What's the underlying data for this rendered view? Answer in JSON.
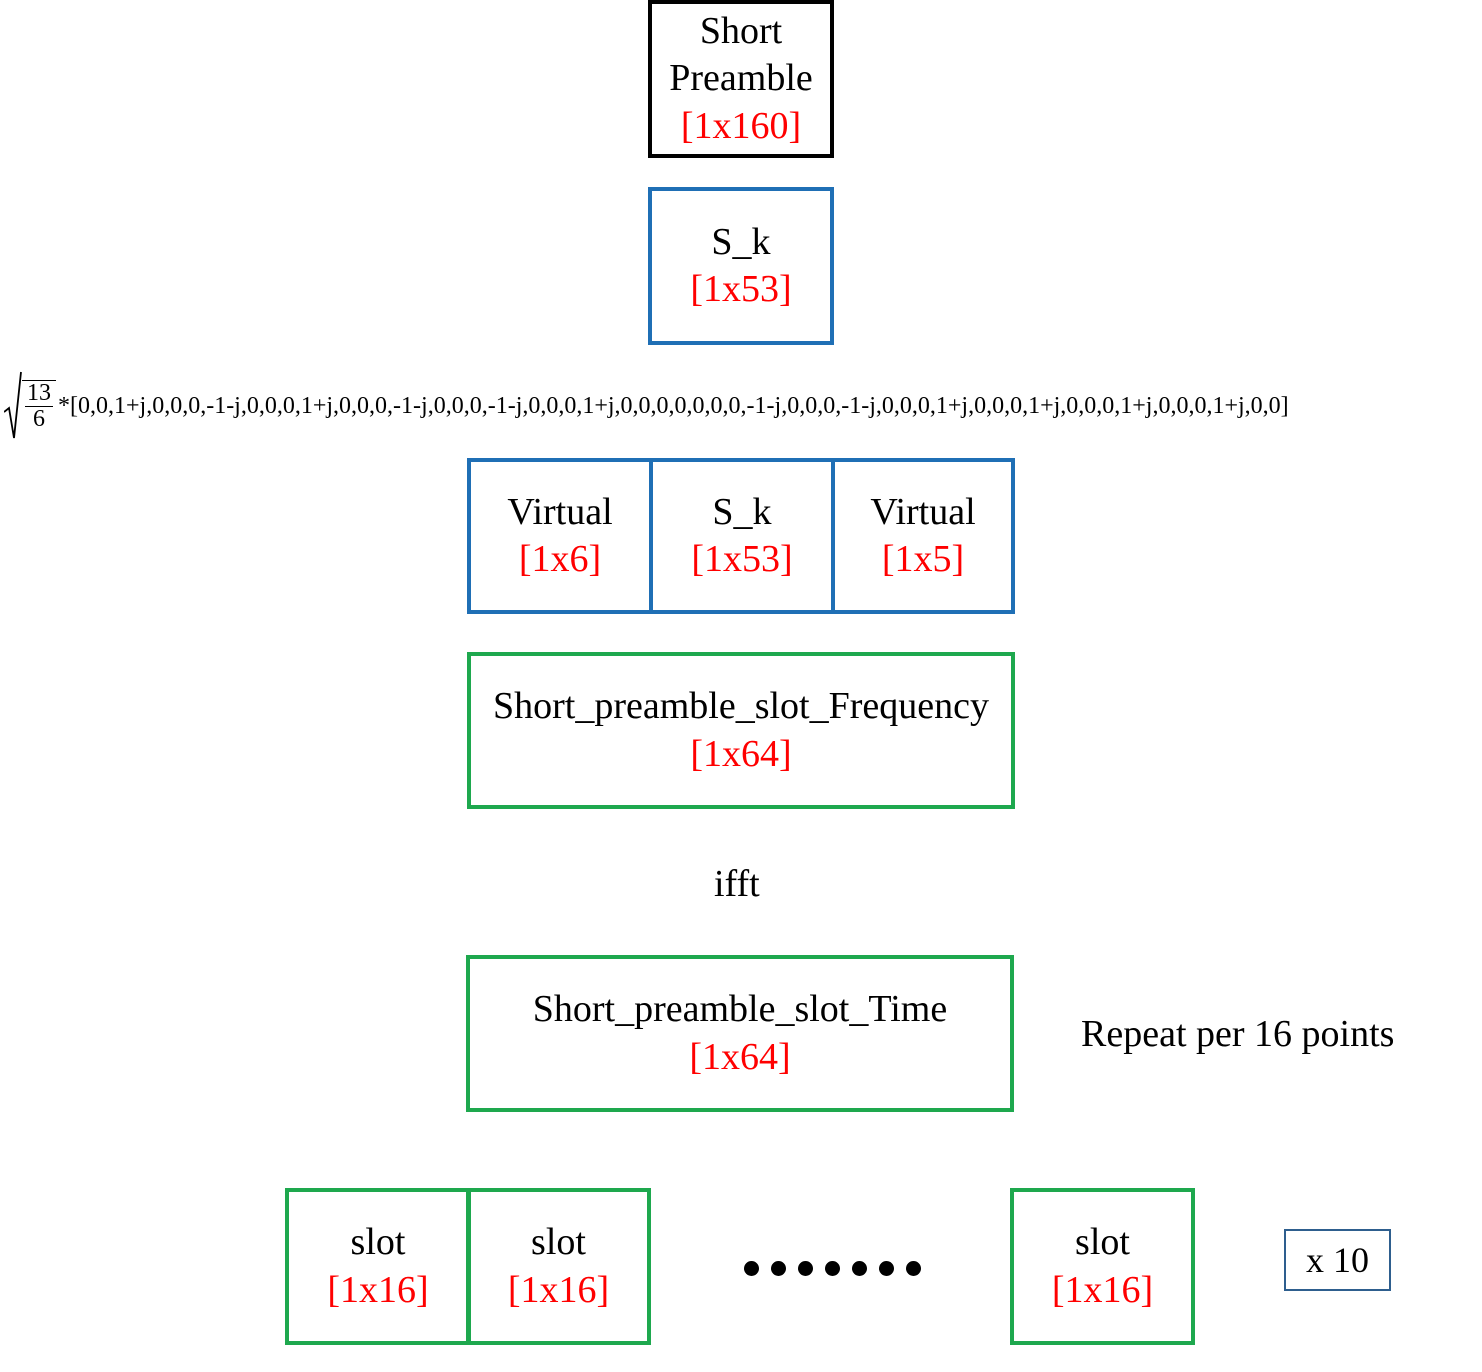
{
  "short_preamble": {
    "label_line1": "Short",
    "label_line2": "Preamble",
    "dim": "[1x160]"
  },
  "s_k": {
    "label": "S_k",
    "dim": "[1x53]"
  },
  "formula": {
    "numerator": "13",
    "denominator": "6",
    "vector": "*[0,0,1+j,0,0,0,-1-j,0,0,0,1+j,0,0,0,-1-j,0,0,0,-1-j,0,0,0,1+j,0,0,0,0,0,0,0,-1-j,0,0,0,-1-j,0,0,0,1+j,0,0,0,1+j,0,0,0,1+j,0,0,0,1+j,0,0]"
  },
  "freq_row": [
    {
      "label": "Virtual",
      "dim": "[1x6]"
    },
    {
      "label": "S_k",
      "dim": "[1x53]"
    },
    {
      "label": "Virtual",
      "dim": "[1x5]"
    }
  ],
  "freq_slot": {
    "label": "Short_preamble_slot_Frequency",
    "dim": "[1x64]"
  },
  "ifft_label": "ifft",
  "time_slot": {
    "label": "Short_preamble_slot_Time",
    "dim": "[1x64]"
  },
  "repeat_label": "Repeat per 16 points",
  "slots": [
    {
      "label": "slot",
      "dim": "[1x16]"
    },
    {
      "label": "slot",
      "dim": "[1x16]"
    },
    {
      "label": "slot",
      "dim": "[1x16]"
    }
  ],
  "repeat_count": "x 10",
  "colors": {
    "black_border": "#000000",
    "blue_border": "#1f6fb5",
    "green_border": "#1ea84e",
    "dimension_text": "#ff0000"
  }
}
